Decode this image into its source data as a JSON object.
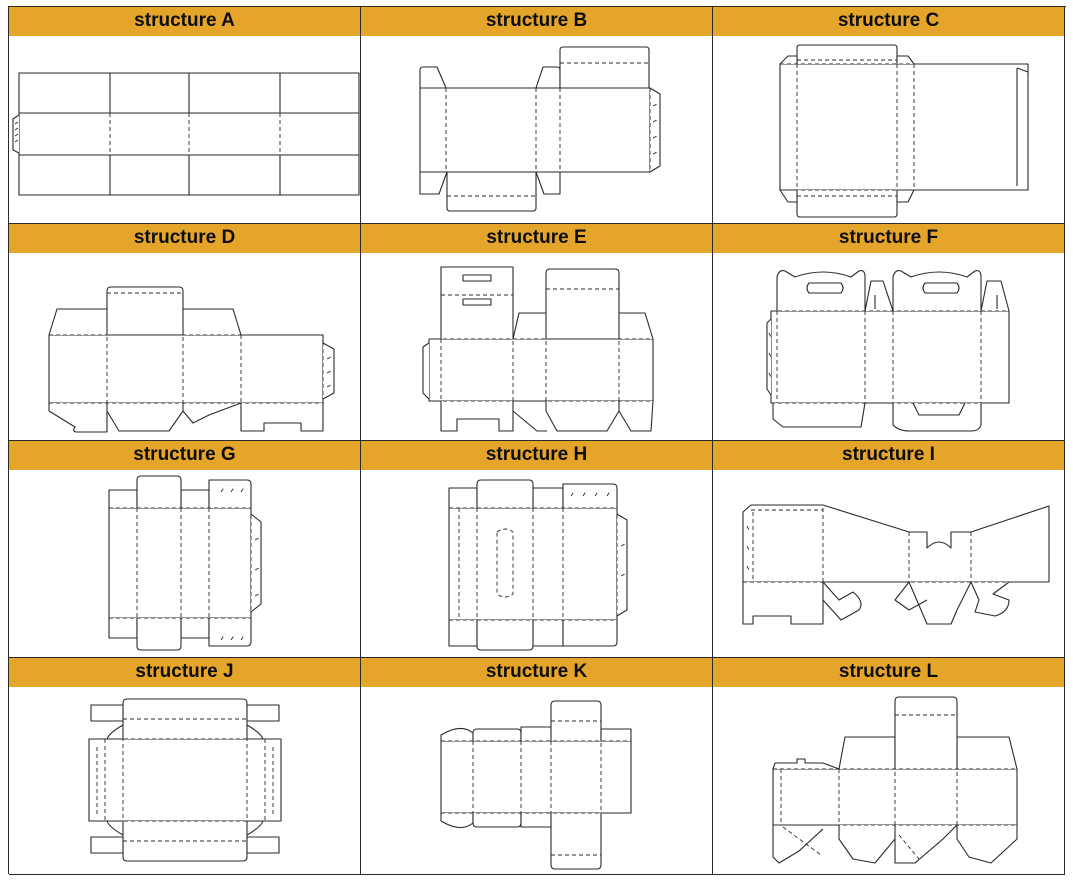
{
  "structures": [
    {
      "id": "A",
      "label": "structure A"
    },
    {
      "id": "B",
      "label": "structure B"
    },
    {
      "id": "C",
      "label": "structure C"
    },
    {
      "id": "D",
      "label": "structure D"
    },
    {
      "id": "E",
      "label": "structure E"
    },
    {
      "id": "F",
      "label": "structure F"
    },
    {
      "id": "G",
      "label": "structure G"
    },
    {
      "id": "H",
      "label": "structure H"
    },
    {
      "id": "I",
      "label": "structure I"
    },
    {
      "id": "J",
      "label": "structure J"
    },
    {
      "id": "K",
      "label": "structure K"
    },
    {
      "id": "L",
      "label": "structure L"
    }
  ],
  "colors": {
    "header_bg": "#e5a52a",
    "line": "#2a2a2a"
  }
}
